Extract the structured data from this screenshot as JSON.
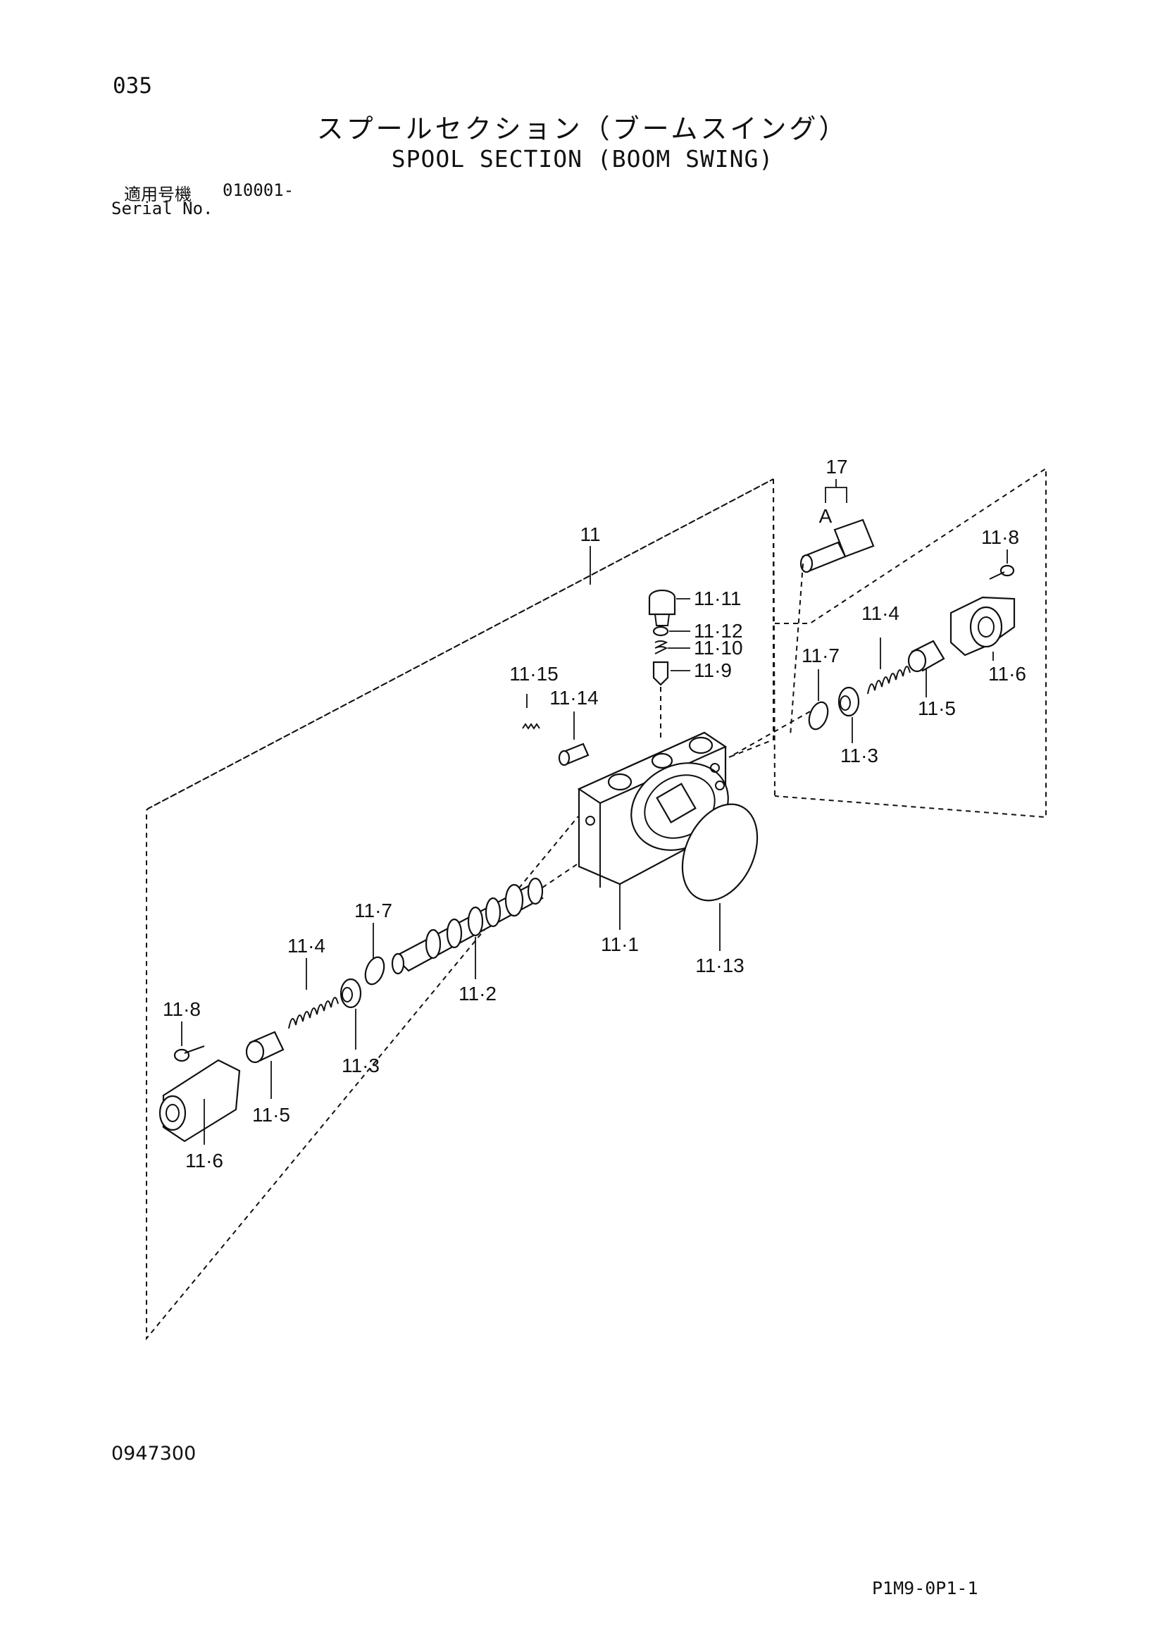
{
  "header": {
    "page_number": "035",
    "title_jp": "スプールセクション（ブームスイング）",
    "title_en": "SPOOL SECTION (BOOM SWING)",
    "serial_label_jp": "適用号機",
    "serial_value": "010001-",
    "serial_label_en": "Serial No."
  },
  "footer": {
    "document_code": "0947300",
    "page_code": "P1M9-0P1-1"
  },
  "callouts": {
    "c17": "17",
    "cA": "A",
    "c11": "11",
    "c11_8_right": "11·8",
    "c11_11": "11·11",
    "c11_12": "11·12",
    "c11_10": "11·10",
    "c11_9": "11·9",
    "c11_4_right": "11·4",
    "c11_7_right": "11·7",
    "c11_6_right": "11·6",
    "c11_5_right": "11·5",
    "c11_3_right": "11·3",
    "c11_15": "11·15",
    "c11_14": "11·14",
    "c11_7_left": "11·7",
    "c11_1": "11·1",
    "c11_13": "11·13",
    "c11_4_left": "11·4",
    "c11_2": "11·2",
    "c11_8_left": "11·8",
    "c11_3_left": "11·3",
    "c11_5_left": "11·5",
    "c11_6_left": "11·6"
  }
}
